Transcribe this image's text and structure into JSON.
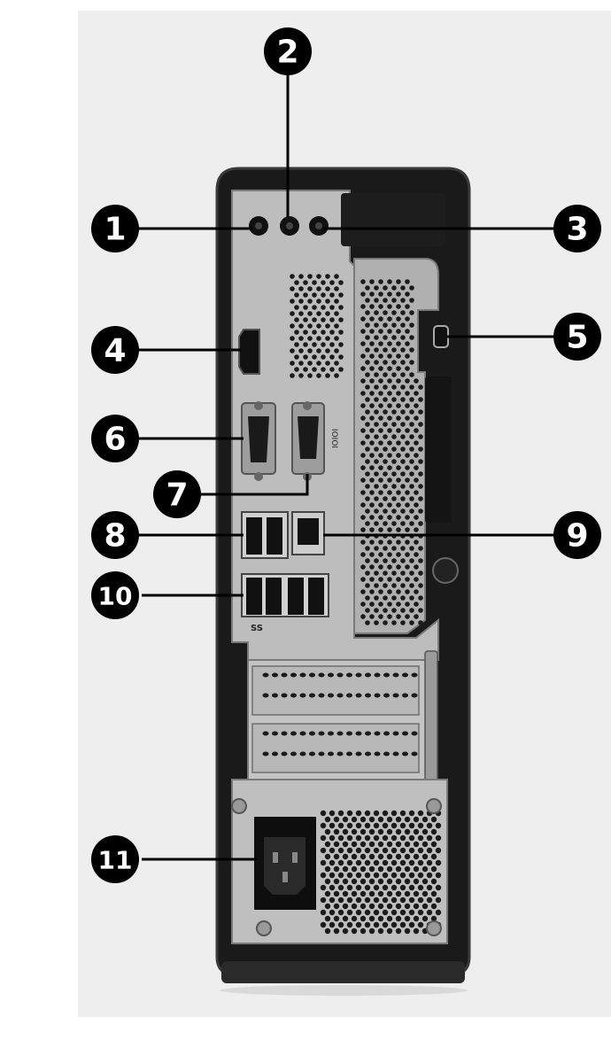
{
  "diagram": {
    "colors": {
      "background": "#ffffff",
      "page_panel": "#eeeeee",
      "chassis": "#1a1a1a",
      "chassis_edge": "#3a3a3a",
      "plate": "#bcbcbc",
      "plate_dark": "#8c8c8c",
      "port_black": "#111111",
      "callout": "#000000"
    },
    "callouts": [
      {
        "id": "1",
        "label": "1",
        "target": "microphone-jack"
      },
      {
        "id": "2",
        "label": "2",
        "target": "audio-out-jack"
      },
      {
        "id": "3",
        "label": "3",
        "target": "audio-in-jack"
      },
      {
        "id": "4",
        "label": "4",
        "target": "hdmi-port"
      },
      {
        "id": "5",
        "label": "5",
        "target": "security-lock-slot"
      },
      {
        "id": "6",
        "label": "6",
        "target": "vga-port"
      },
      {
        "id": "7",
        "label": "7",
        "target": "serial-port"
      },
      {
        "id": "8",
        "label": "8",
        "target": "usb2-ports"
      },
      {
        "id": "9",
        "label": "9",
        "target": "ethernet-port"
      },
      {
        "id": "10",
        "label": "10",
        "target": "usb3-usb2-ports"
      },
      {
        "id": "11",
        "label": "11",
        "target": "power-connector"
      }
    ],
    "port_labels": {
      "serial": "IOIOI",
      "usb3": "SS"
    }
  }
}
